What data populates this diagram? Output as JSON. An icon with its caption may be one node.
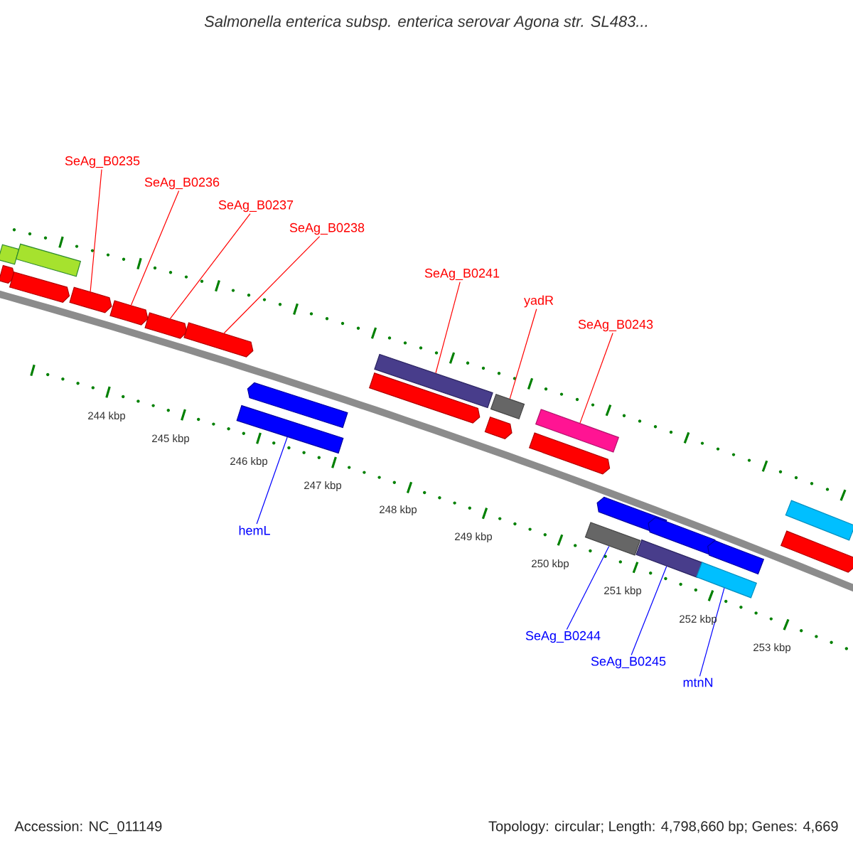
{
  "diagram": {
    "title": "Salmonella enterica subsp. enterica serovar Agona str. SL483...",
    "nodes": [
      {
        "text": [
          "SeAg_B0235"
        ]
      },
      {
        "text": [
          "SeAg_B0236"
        ]
      },
      {
        "text": [
          "SeAg_B0237"
        ]
      },
      {
        "text": [
          "SeAg_B0238"
        ]
      },
      {
        "text": [
          "SeAg_B0241"
        ]
      },
      {
        "text": [
          "yadR"
        ]
      },
      {
        "text": [
          "SeAg_B0243"
        ]
      },
      {
        "text": [
          "hemL"
        ]
      },
      {
        "text": [
          "SeAg_B0244"
        ]
      },
      {
        "text": [
          "SeAg_B0245"
        ]
      },
      {
        "text": [
          "mtnN"
        ]
      },
      {
        "text": [],
        "shape": "bar"
      },
      {
        "text": [],
        "shape": "bar"
      },
      {
        "text": [],
        "shape": "arrow"
      },
      {
        "text": [],
        "shape": "arrow"
      },
      {
        "text": [],
        "shape": "arrow"
      },
      {
        "text": [],
        "shape": "arrow"
      },
      {
        "text": [],
        "shape": "arrow"
      },
      {
        "text": [],
        "shape": "arrow"
      },
      {
        "text": [],
        "shape": "bar"
      },
      {
        "text": [],
        "shape": "bar"
      },
      {
        "text": [],
        "shape": "bar"
      },
      {
        "text": [],
        "shape": "arrow"
      },
      {
        "text": [],
        "shape": "arrow"
      },
      {
        "text": [],
        "shape": "arrow"
      },
      {
        "text": [],
        "shape": "bar"
      },
      {
        "text": [],
        "shape": "arrow"
      },
      {
        "text": [],
        "shape": "arrow"
      },
      {
        "text": [],
        "shape": "bar"
      },
      {
        "text": [],
        "shape": "arrow"
      },
      {
        "text": [],
        "shape": "arrow"
      },
      {
        "text": [],
        "shape": "arrow"
      },
      {
        "text": [],
        "shape": "bar"
      },
      {
        "text": [],
        "shape": "bar"
      },
      {
        "text": [],
        "shape": "bar"
      }
    ],
    "edges": [
      {
        "from": 0,
        "to": 15,
        "arrow": "none"
      },
      {
        "from": 1,
        "to": 16,
        "arrow": "none"
      },
      {
        "from": 2,
        "to": 17,
        "arrow": "none"
      },
      {
        "from": 3,
        "to": 18,
        "arrow": "none"
      },
      {
        "from": 4,
        "to": 19,
        "arrow": "none"
      },
      {
        "from": 5,
        "to": 20,
        "arrow": "none"
      },
      {
        "from": 6,
        "to": 21,
        "arrow": "none"
      },
      {
        "from": 7,
        "to": 28,
        "arrow": "none",
        "color": "#0000ff"
      },
      {
        "from": 8,
        "to": 32,
        "arrow": "none",
        "color": "#0000ff"
      },
      {
        "from": 9,
        "to": 33,
        "arrow": "none",
        "color": "#0000ff"
      },
      {
        "from": 10,
        "to": 34,
        "arrow": "none",
        "color": "#0000ff"
      }
    ],
    "labels": [
      "244 kbp",
      "245 kbp",
      "246 kbp",
      "247 kbp",
      "248 kbp",
      "249 kbp",
      "250 kbp",
      "251 kbp",
      "252 kbp",
      "253 kbp",
      "Accession: NC_011149",
      "Topology: circular; Length: 4,798,660 bp; Genes: 4,669"
    ]
  }
}
